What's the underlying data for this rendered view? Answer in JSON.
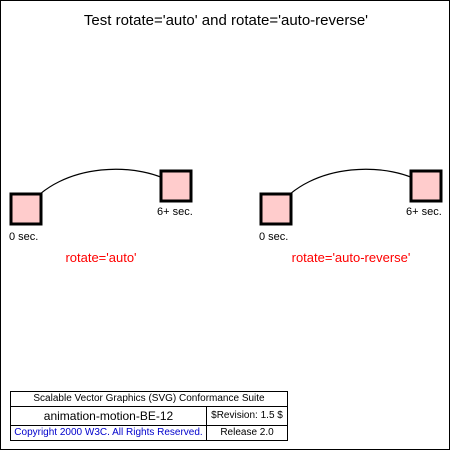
{
  "title": "Test rotate='auto' and rotate='auto-reverse'",
  "colors": {
    "box_fill": "#ffcccc",
    "box_stroke": "#000000",
    "caption": "#ff0000",
    "copyright": "#0000cc"
  },
  "left_demo": {
    "start_label": "0 sec.",
    "end_label": "6+ sec.",
    "caption": "rotate='auto'"
  },
  "right_demo": {
    "start_label": "0 sec.",
    "end_label": "6+ sec.",
    "caption": "rotate='auto-reverse'"
  },
  "legend": {
    "suite": "Scalable Vector Graphics (SVG) Conformance Suite",
    "test_name": "animation-motion-BE-12",
    "revision": "$Revision: 1.5 $",
    "copyright": "Copyright 2000 W3C. All Rights Reserved.",
    "release": "Release 2.0"
  }
}
